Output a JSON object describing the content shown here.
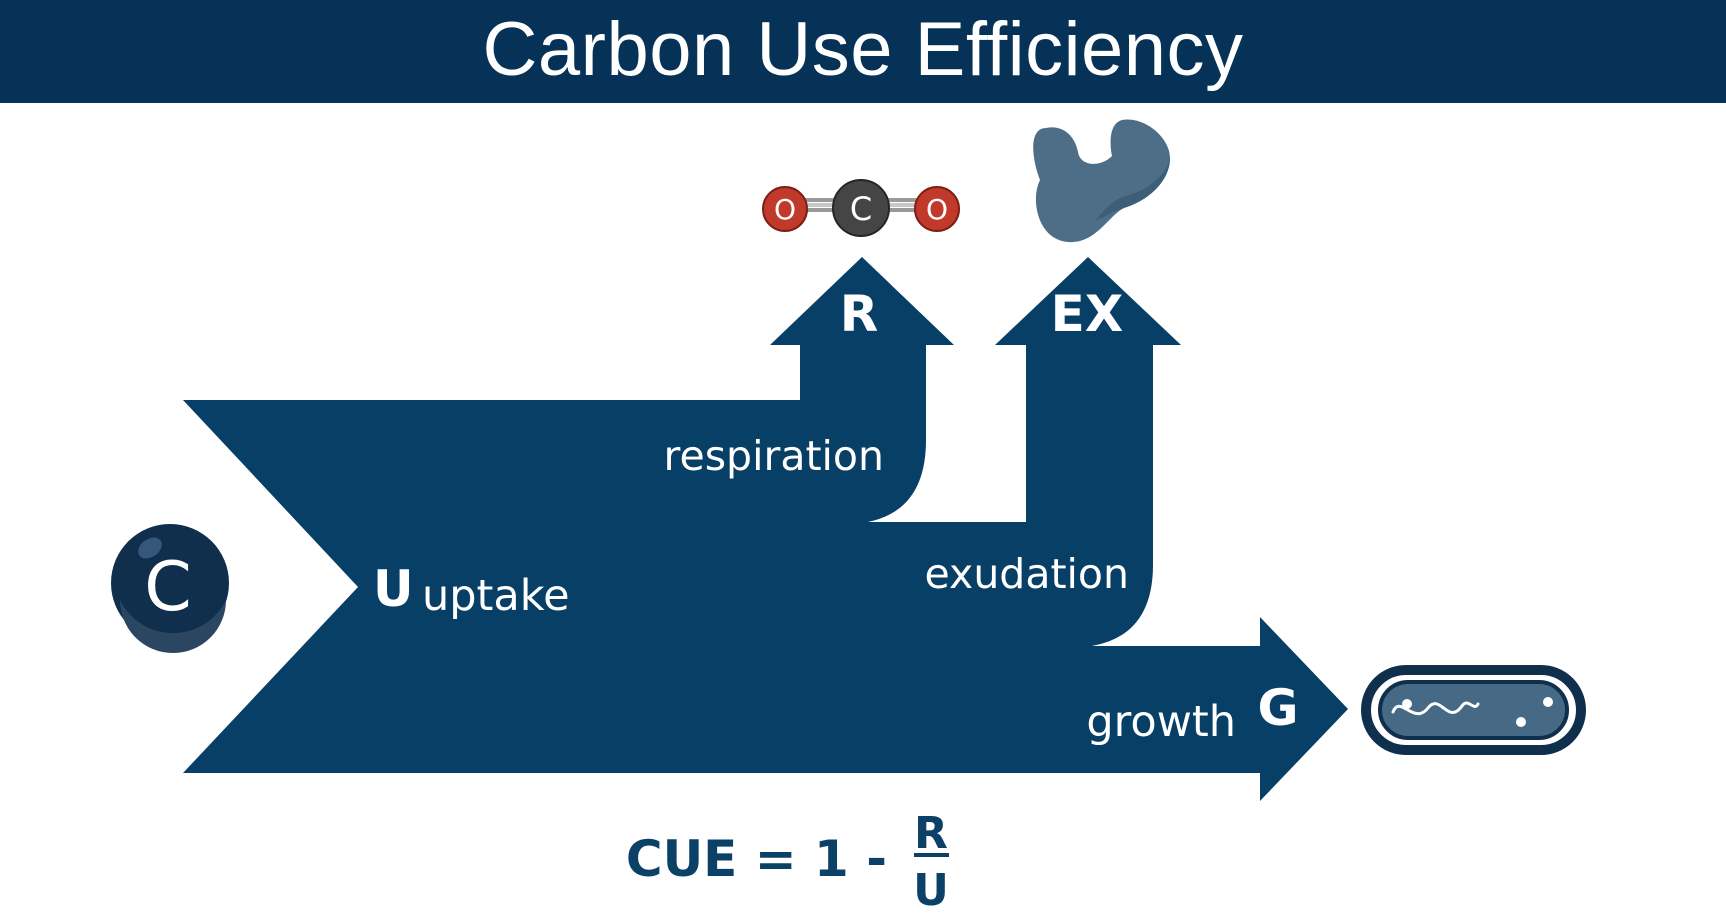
{
  "title": "Carbon Use Efficiency",
  "colors": {
    "flow": "#083f66",
    "title_bar": "#053256",
    "carbon_atom": "#0f2f4d",
    "oxygen_atom": "#c0392b",
    "carbon_center_atom": "#454545",
    "exudate": "#4d6e86",
    "cell_fill": "#466a86",
    "equation": "#0b4166"
  },
  "carbon_source": {
    "symbol": "C",
    "icon": "carbon-atom-icon"
  },
  "uptake": {
    "symbol": "U",
    "label": "uptake"
  },
  "respiration": {
    "symbol": "R",
    "label": "respiration",
    "icon": "co2-molecule-icon"
  },
  "exudation": {
    "symbol": "EX",
    "label": "exudation",
    "icon": "exudate-blob-icon"
  },
  "growth": {
    "symbol": "G",
    "label": "growth",
    "icon": "microbe-cell-icon"
  },
  "co2_molecule": {
    "left_atom": "O",
    "center_atom": "C",
    "right_atom": "O"
  },
  "equation": {
    "lhs": "CUE = 1 -",
    "numerator": "R",
    "denominator": "U"
  }
}
